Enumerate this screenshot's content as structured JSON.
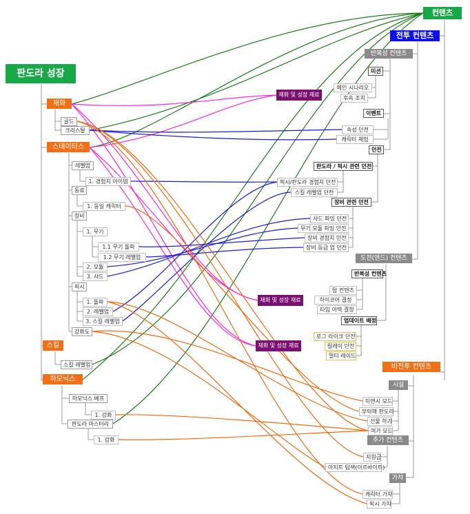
{
  "colors": {
    "accent_orange": "#f07018",
    "accent_green": "#18a848",
    "accent_blue": "#1010e8",
    "accent_purple": "#7a1070",
    "link_magenta": "#ff22dd",
    "link_green": "#1a7a1a",
    "link_blue": "#1a1ad8",
    "link_orange": "#ee6a10"
  },
  "left": {
    "root": "판도라 성장",
    "jaehwa": "재화",
    "gold": "골드",
    "crystal": "크리스탈",
    "status": "스테이터스",
    "levelup": "레벨업",
    "levelup_1": "1. 경험치 아이템",
    "dongryo": "동료",
    "dongryo_1": "1. 동일 캐릭터",
    "jangbi": "장비",
    "jangbi_1": "1. 무기",
    "jangbi_1_1": "1.1 무기 돌파",
    "jangbi_1_2": "1.2 무기 레벨업",
    "jangbi_2": "2. 모듈",
    "jangbi_3": "3. 샤드",
    "pixi": "픽시",
    "pixi_1": "1. 돌파",
    "pixi_2": "2. 레벨업",
    "pixi_3": "3. 스킬 레벨업",
    "ganghwa": "강화도",
    "skill": "스킬",
    "skill_levelup": "스킬 레벨업",
    "harmonix": "하모닉스",
    "harmonix_base": "하모닉스 베프",
    "harmonix_base_1": "1. 강화",
    "pandora_master": "판도라 마스터리",
    "pandora_master_1": "1. 강화"
  },
  "middle": {
    "mat1": "재화 및 성장 재료",
    "mat2": "재화 및 성장 재료",
    "mat3": "재화 및 성장 재료"
  },
  "right": {
    "content": "컨텐츠",
    "battle": "전투 컨텐츠",
    "repeat": "반복성 컨텐츠",
    "mission": "미션",
    "main_scenario": "메인 시나리오",
    "follow": "후속 조치",
    "event": "이벤트",
    "attr_dungeon": "속성 던전",
    "char_exp": "캐릭터 체험",
    "dungeon": "던전",
    "pandora_pixi_dungeon": "판도라 / 픽시 관련 던전",
    "pixi_exp_dungeon": "픽시/판도라 경험치 던전",
    "skill_lv_dungeon": "스킬 레벨업 던전",
    "equip_dungeon": "장비 관련 던전",
    "shard_farm": "샤드 파밍 던전",
    "weapon_mod_farm": "무기 모듈 파밍 던전",
    "equip_exp_dungeon": "장비 경험치 던전",
    "equip_grade_dungeon": "장비 등급 업 던전",
    "challenge": "도전(엔드) 컨텐츠",
    "repeat2": "반복성 컨텐츠",
    "tower": "탑 컨텐츠",
    "hardcore": "하이코어 결정",
    "tie_attack": "타임 어택 결정",
    "update": "업데이트 배정",
    "rogue": "로그 라이크 던전",
    "raid": "릴레이 던전",
    "multi": "멀티 레이드",
    "nonbattle": "비전투 컨텐츠",
    "facility": "시설",
    "mansion": "미엔시 모드",
    "pandora_care": "부탁해 판도라",
    "gift": "선물 하기",
    "leisure": "여가 모드",
    "extra": "추가 컨텐츠",
    "support": "지원금",
    "ruins": "아지트 탐색(아르바이트)",
    "gacha": "가챠",
    "char_gacha": "캐릭터 가챠",
    "pixi_gacha": "픽시 가챠"
  }
}
